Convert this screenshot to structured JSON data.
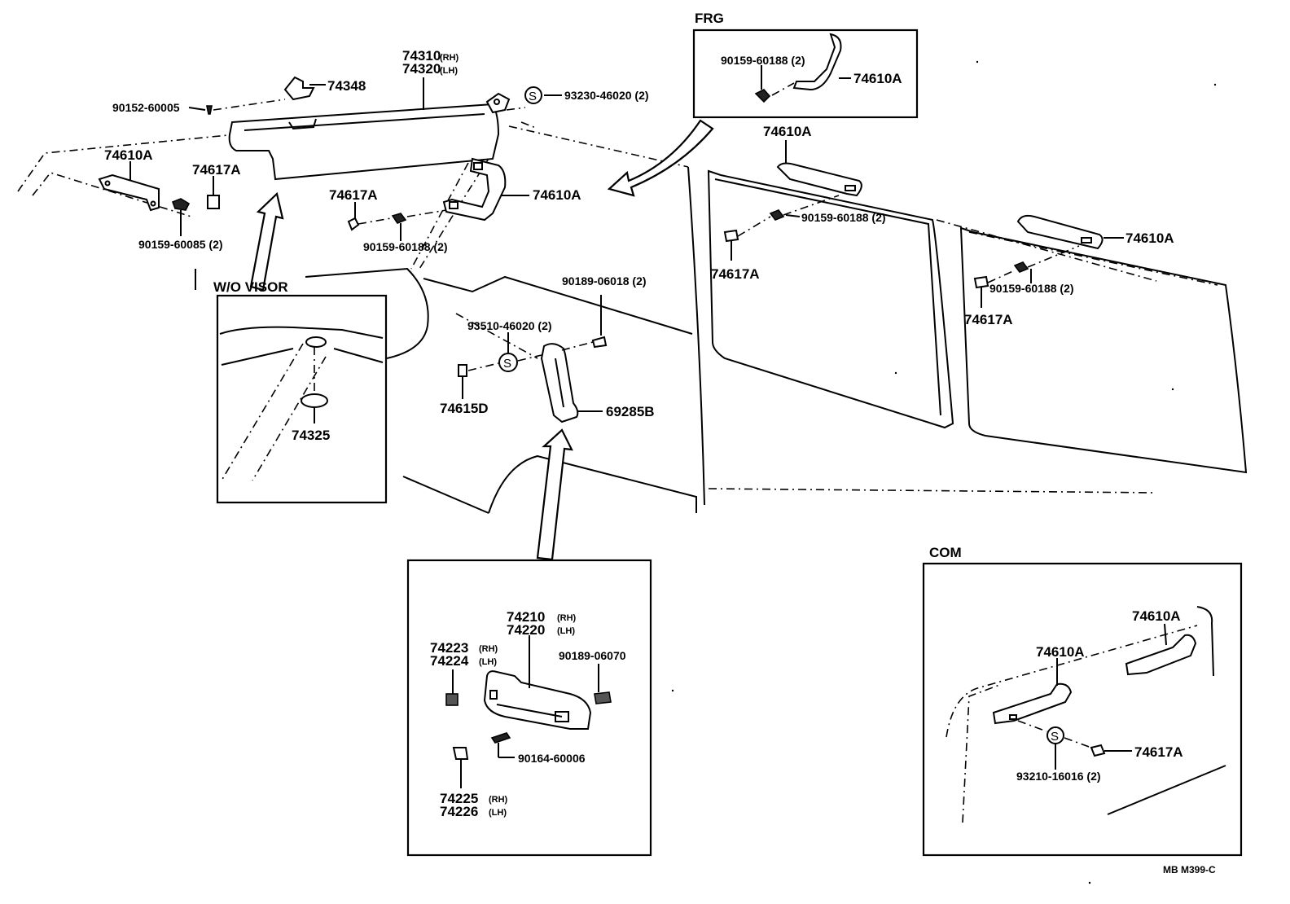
{
  "headers": {
    "frg": "FRG",
    "wo_visor": "W/O  VISOR",
    "com": "COM"
  },
  "callouts": {
    "p74310": "74310",
    "p74310_sfx": "(RH)",
    "p74320": "74320",
    "p74320_sfx": "(LH)",
    "p74348": "74348",
    "p90152": "90152-60005",
    "p93230": "93230-46020 (2)",
    "p74610A_left": "74610A",
    "p74617A_left": "74617A",
    "p90159_60085": "90159-60085 (2)",
    "p74617A_mid": "74617A",
    "p90159_mid": "90159-60188 (2)",
    "p74610A_mid": "74610A",
    "p74325": "74325",
    "p90189_06018": "90189-06018 (2)",
    "p93510": "93510-46020 (2)",
    "p74615D": "74615D",
    "p69285B": "69285B",
    "frg_90159": "90159-60188 (2)",
    "frg_74610A": "74610A",
    "p74610A_right1": "74610A",
    "p90159_right1": "90159-60188 (2)",
    "p74617A_right1": "74617A",
    "p74610A_right2": "74610A",
    "p90159_right2": "90159-60188 (2)",
    "p74617A_right2": "74617A",
    "p74210": "74210",
    "p74210_sfx": "(RH)",
    "p74220": "74220",
    "p74220_sfx": "(LH)",
    "p74223": "74223",
    "p74223_sfx": "(RH)",
    "p74224": "74224",
    "p74224_sfx": "(LH)",
    "p90189_06070": "90189-06070",
    "p90164": "90164-60006",
    "p74225": "74225",
    "p74225_sfx": "(RH)",
    "p74226": "74226",
    "p74226_sfx": "(LH)",
    "com_74610A_a": "74610A",
    "com_74610A_b": "74610A",
    "com_74617A": "74617A",
    "com_93210": "93210-16016 (2)",
    "footer": "MB  M399-C"
  },
  "symbols": {
    "s_mark": "S"
  }
}
